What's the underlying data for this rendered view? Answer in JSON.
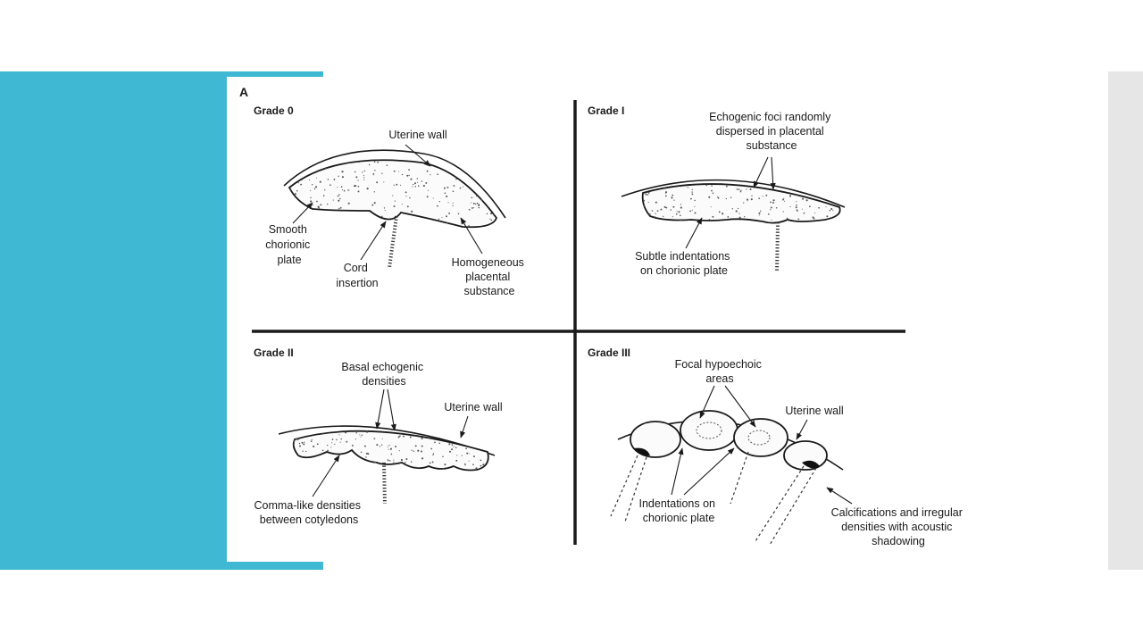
{
  "colors": {
    "accent": "#3fb8d3",
    "side_strip": "#e6e6e6",
    "panel_letter": "#b2475d"
  },
  "figure": {
    "panel_letter": "A",
    "panels": {
      "grade0": {
        "title": "Grade 0",
        "labels": {
          "uterine_wall": [
            "Uterine wall"
          ],
          "smooth_plate": [
            "Smooth",
            "chorionic",
            "plate"
          ],
          "cord_insertion": [
            "Cord",
            "insertion"
          ],
          "homogeneous": [
            "Homogeneous",
            "placental",
            "substance"
          ]
        }
      },
      "grade1": {
        "title": "Grade I",
        "labels": {
          "echogenic_foci": [
            "Echogenic foci randomly",
            "dispersed in placental",
            "substance"
          ],
          "subtle_indent": [
            "Subtle indentations",
            "on chorionic plate"
          ]
        }
      },
      "grade2": {
        "title": "Grade II",
        "labels": {
          "basal_densities": [
            "Basal echogenic",
            "densities"
          ],
          "uterine_wall": [
            "Uterine wall"
          ],
          "comma_like": [
            "Comma-like densities",
            "between cotyledons"
          ]
        }
      },
      "grade3": {
        "title": "Grade III",
        "labels": {
          "focal_hypo": [
            "Focal hypoechoic",
            "areas"
          ],
          "uterine_wall": [
            "Uterine wall"
          ],
          "indentations": [
            "Indentations on",
            "chorionic plate"
          ],
          "calcifications": [
            "Calcifications and irregular",
            "densities with acoustic",
            "shadowing"
          ]
        }
      }
    }
  }
}
